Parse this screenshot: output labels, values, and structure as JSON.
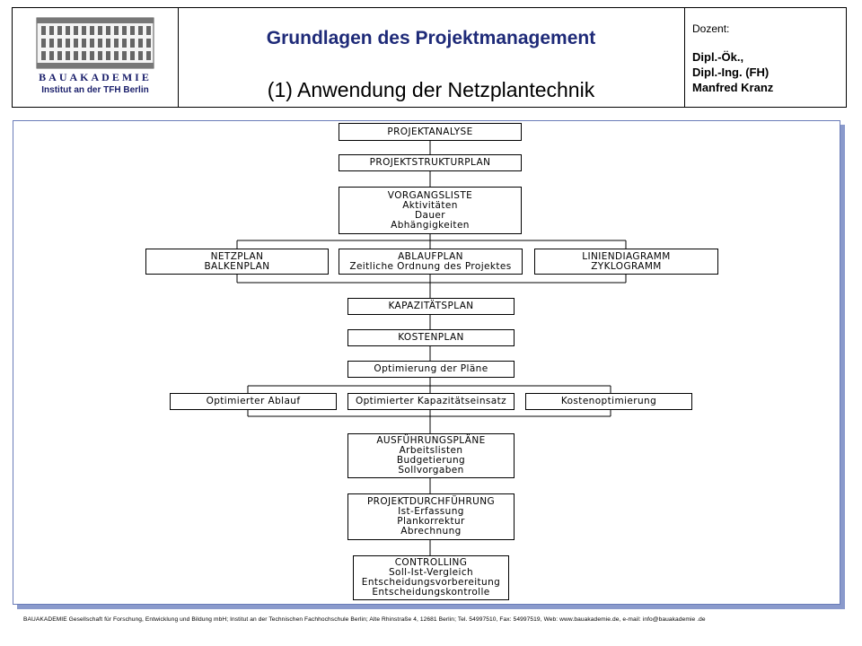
{
  "header": {
    "logo_name": "BAUAKADEMIE",
    "logo_sub": "Institut an der TFH Berlin",
    "title": "Grundlagen des Projektmanagement",
    "subtitle": "(1)  Anwendung der Netzplantechnik",
    "lecturer_label": "Dozent:",
    "lecturer_name": "Dipl.-Ök.,\nDipl.-Ing. (FH)\nManfred Kranz"
  },
  "diagram": {
    "projektanalyse": [
      "PROJEKTANALYSE"
    ],
    "projektstrukturplan": [
      "PROJEKTSTRUKTURPLAN"
    ],
    "vorgangsliste": [
      "VORGANGSLISTE",
      "Aktivitäten",
      "Dauer",
      "Abhängigkeiten"
    ],
    "netzplan": [
      "NETZPLAN",
      "BALKENPLAN"
    ],
    "ablaufplan": [
      "ABLAUFPLAN",
      "Zeitliche Ordnung des Projektes"
    ],
    "liniendiagramm": [
      "LINIENDIAGRAMM",
      "ZYKLOGRAMM"
    ],
    "kapazitaetsplan": [
      "KAPAZITÄTSPLAN"
    ],
    "kostenplan": [
      "KOSTENPLAN"
    ],
    "optimierung": [
      "Optimierung der Pläne"
    ],
    "opt_ablauf": [
      "Optimierter Ablauf"
    ],
    "opt_kapazitaet": [
      "Optimierter Kapazitätseinsatz"
    ],
    "kostenoptimierung": [
      "Kostenoptimierung"
    ],
    "ausfuehrungsplaene": [
      "AUSFÜHRUNGSPLÄNE",
      "Arbeitslisten",
      "Budgetierung",
      "Sollvorgaben"
    ],
    "projektdurchfuehrung": [
      "PROJEKTDURCHFÜHRUNG",
      "Ist-Erfassung",
      "Plankorrektur",
      "Abrechnung"
    ],
    "controlling": [
      "CONTROLLING",
      "Soll-Ist-Vergleich",
      "Entscheidungsvorbereitung",
      "Entscheidungskontrolle"
    ]
  },
  "footer": "BAUAKADEMIE Gesellschaft für Forschung, Entwicklung und Bildung mbH; Institut an der Technischen  Fachhochschule  Berlin; Alte Rhinstraße 4, 12681  Berlin; Tel. 54997510,   Fax: 54997519,   Web: www.bauakademie.de,   e-mail: info@bauakademie  .de"
}
